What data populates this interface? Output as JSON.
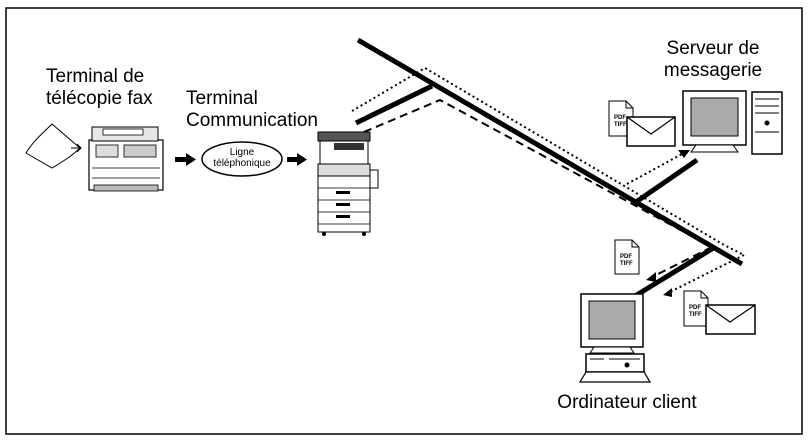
{
  "labels": {
    "fax_terminal_line1": "Terminal de",
    "fax_terminal_line2": "télécopie fax",
    "comm_terminal_line1": "Terminal",
    "comm_terminal_line2": "Communication",
    "mail_server_line1": "Serveur de",
    "mail_server_line2": "messagerie",
    "client_computer": "Ordinateur client",
    "phone_line_1": "Ligne",
    "phone_line_2": "téléphonique"
  },
  "doc_icon": {
    "line1": "PDF",
    "line2": "TIFF"
  },
  "icons": [
    "paper-sheet-icon",
    "arrow-icon",
    "fax-machine-icon",
    "mfp-printer-icon",
    "server-computer-icon",
    "client-computer-icon",
    "pdf-tiff-document-icon",
    "envelope-icon"
  ]
}
